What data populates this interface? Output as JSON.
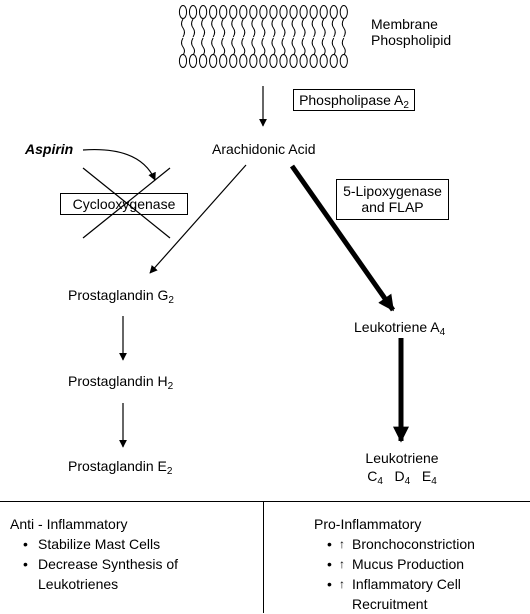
{
  "membrane": {
    "line1": "Membrane",
    "line2": "Phospholipid"
  },
  "phospholipase": {
    "text": "Phospholipase A",
    "sub": "2"
  },
  "arachidonic": "Arachidonic Acid",
  "aspirin": "Aspirin",
  "cyclooxygenase": "Cyclooxygenase",
  "lipoxygenase": {
    "line1": "5-Lipoxygenase",
    "line2": "and FLAP"
  },
  "pg_g": {
    "text": "Prostaglandin G",
    "sub": "2"
  },
  "pg_h": {
    "text": "Prostaglandin H",
    "sub": "2"
  },
  "pg_e": {
    "text": "Prostaglandin E",
    "sub": "2"
  },
  "lt_a": {
    "text": "Leukotriene A",
    "sub": "4"
  },
  "lt_cde": {
    "title": "Leukotriene",
    "c": "C",
    "d": "D",
    "e": "E",
    "sub": "4"
  },
  "left_panel": {
    "title": "Anti - Inflammatory",
    "items": [
      "Stabilize Mast Cells",
      "Decrease Synthesis of",
      "Leukotrienes"
    ]
  },
  "right_panel": {
    "title": "Pro-Inflammatory",
    "items": [
      "Bronchoconstriction",
      "Mucus Production",
      "Inflammatory Cell",
      "Recruitment"
    ]
  },
  "bullet_glyph": "•",
  "up_arrow_glyph": "↑"
}
